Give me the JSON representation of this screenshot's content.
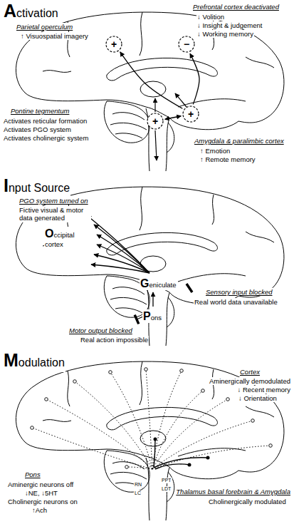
{
  "diagram": {
    "nodes": [
      {
        "text": [
          "+"
        ]
      },
      {
        "text": [
          "−"
        ]
      },
      {
        "text": [
          "+"
        ]
      },
      {
        "text": [
          "+"
        ]
      }
    ],
    "edges": [
      {
        "from": 3,
        "to": 0,
        "arrow": "to"
      },
      {
        "from": 3,
        "to": 1,
        "arrow": "to"
      },
      {
        "from": 2,
        "to": 3,
        "arrow": "both"
      }
    ],
    "labels": [
      "Activation",
      "Parietal operculum",
      "↑ Visuospatial imagery",
      "Prefrontal cortex deactivated",
      "↓ Volition",
      "↓ Insight & judgement",
      "↓ Working memory",
      "Pontine tegmentum",
      "Activates reticular formation",
      "Activates PGO system",
      "Activates cholinergic system",
      "Amygdala & paralimbic cortex",
      "↑ Emotion",
      "↑ Remote memory",
      "Input Source",
      "PGO system turned on",
      "Fictive visual & motor data generated",
      "Occipital cortex",
      "Geniculate",
      "Pons",
      "Sensory input blocked",
      "Real world data unavailable",
      "Motor output blocked",
      "Real action impossible",
      "Modulation",
      "Cortex",
      "Aminergically demodulated",
      "↓ Recent memory",
      "↓ Orientation",
      "Pons",
      "Aminergic neurons off",
      "↓NE, ↓5HT",
      "Cholinergic neurons on",
      "↑Ach",
      "Thalamus basal forebrain & Amygdala",
      "Cholinergically modulated",
      "RN",
      "PPT",
      "LDT",
      "LC"
    ]
  }
}
